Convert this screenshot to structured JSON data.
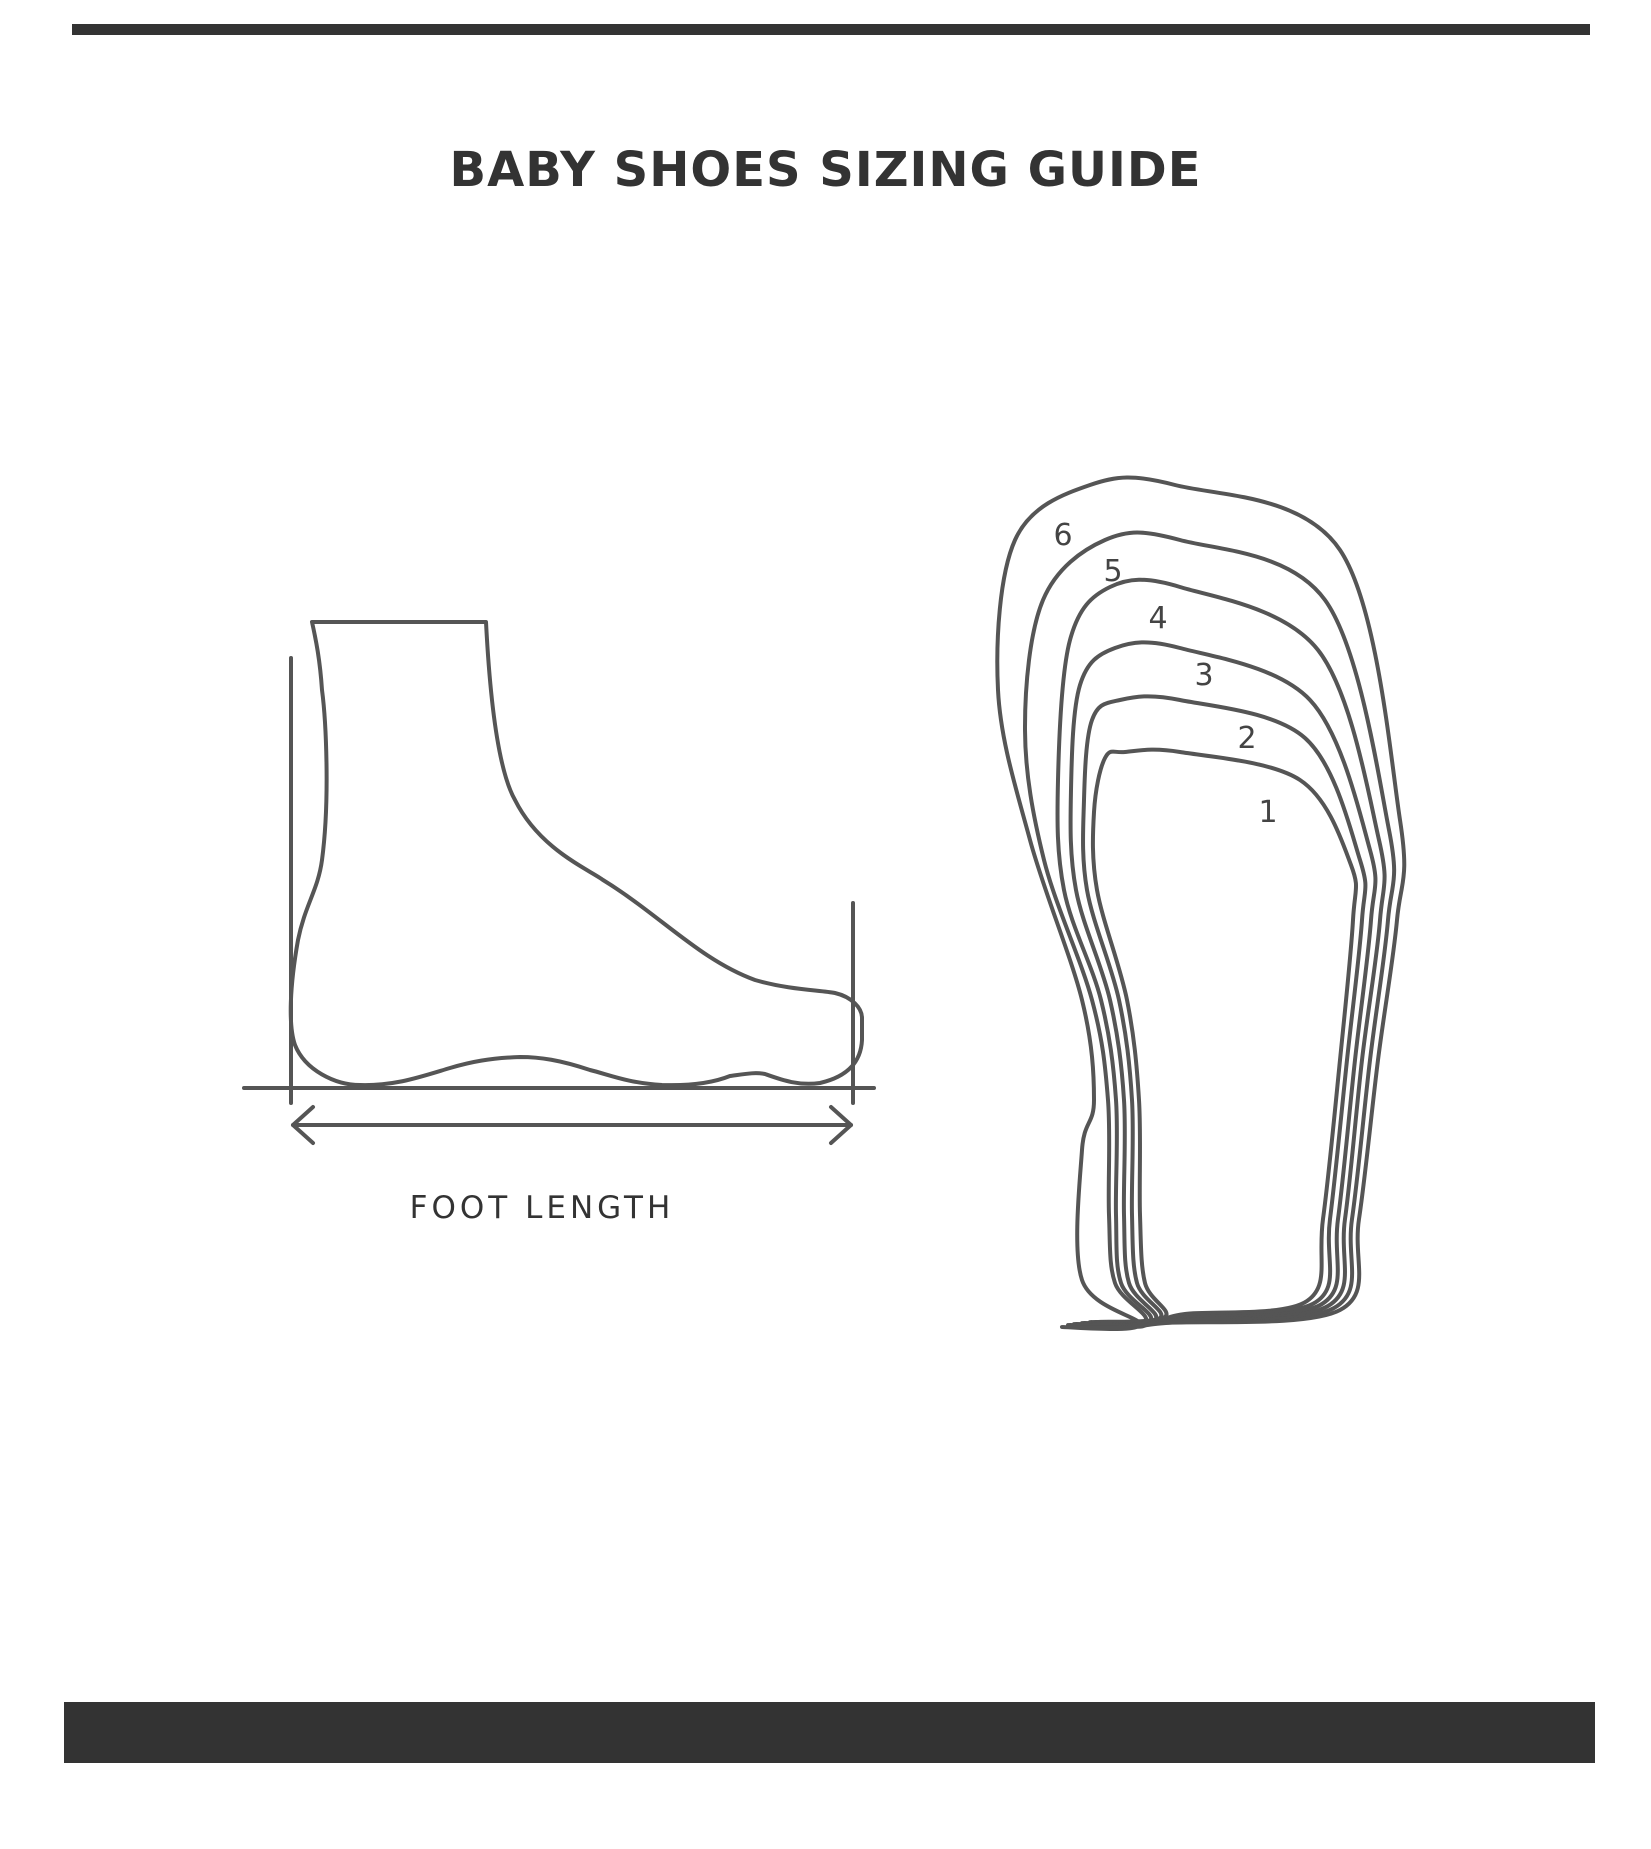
{
  "guide": {
    "title": "BABY SHOES SIZING GUIDE",
    "foot_length_label": "FOOT LENGTH",
    "sizes": [
      "1",
      "2",
      "3",
      "4",
      "5",
      "6"
    ],
    "colors": {
      "ink": "#333333",
      "outline": "#555555",
      "background": "#ffffff"
    }
  }
}
